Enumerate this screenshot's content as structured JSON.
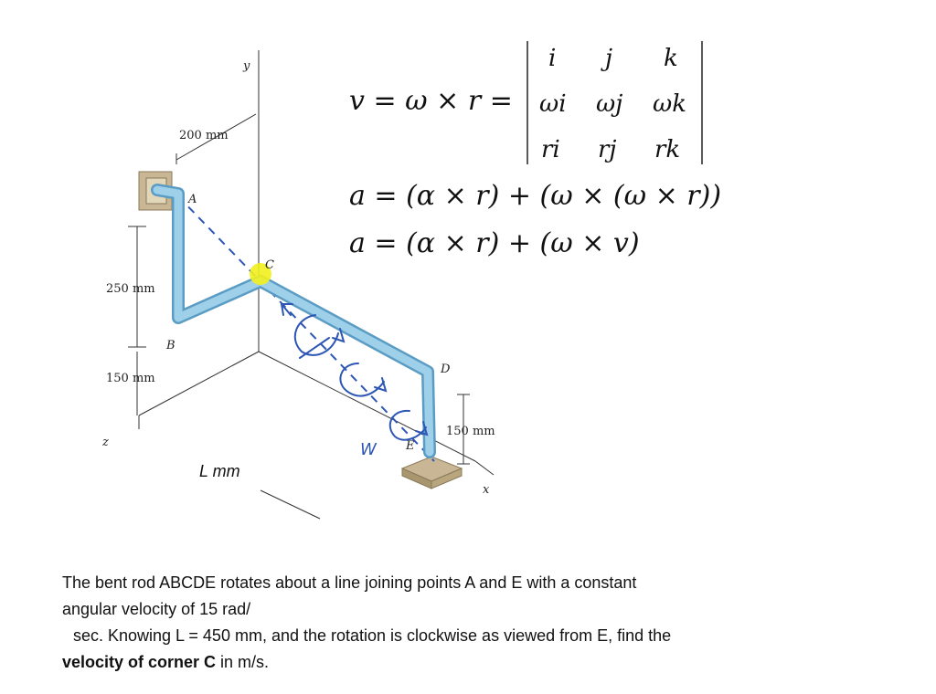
{
  "figure": {
    "dims": {
      "d200": "200 mm",
      "d250": "250 mm",
      "d150_left": "150 mm",
      "d150_right": "150 mm",
      "l_mm": "L mm"
    },
    "axes": {
      "y": "y",
      "z": "z",
      "x": "x"
    },
    "points": {
      "A": "A",
      "B": "B",
      "C": "C",
      "D": "D",
      "E": "E"
    },
    "handwriting": {
      "w": "W"
    }
  },
  "equations": {
    "v_lhs": "v = ω × r =",
    "matrix_row1": [
      "i",
      "j",
      "k"
    ],
    "matrix_row2": [
      "ωi",
      "ωj",
      "ωk"
    ],
    "matrix_row3": [
      "ri",
      "rj",
      "rk"
    ],
    "a1": "a = (α × r) + (ω × (ω × r))",
    "a2": "a = (α × r) + (ω × v)"
  },
  "problem": {
    "line1": "The bent rod ABCDE rotates about a line joining points A and E with a constant",
    "line2": "angular velocity of 15 rad/",
    "line3": "sec. Knowing L = 450 mm, and the rotation is clockwise as viewed from E, find the",
    "line4_bold": "velocity of corner C",
    "line4_rest": " in m/s."
  },
  "colors": {
    "rod": "#9fd0ea",
    "rod_edge": "#5b9cc4",
    "highlight": "#f2ef1d",
    "ink_blue": "#2d56b5",
    "support": "#c8b694"
  }
}
